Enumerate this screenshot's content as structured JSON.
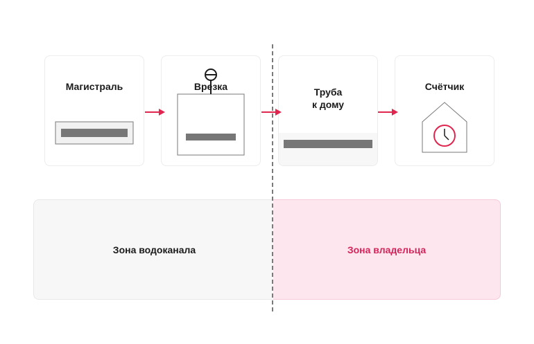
{
  "steps": [
    {
      "title": "Магистраль"
    },
    {
      "title": "Врезка"
    },
    {
      "title_line1": "Труба",
      "title_line2": "к дому"
    },
    {
      "title": "Счётчик"
    }
  ],
  "zones": {
    "left": {
      "label": "Зона водоканала",
      "color": "#1a1a1a"
    },
    "right": {
      "label": "Зона владельца",
      "color": "#d6245a"
    }
  },
  "colors": {
    "accent": "#e0254f",
    "pipe": "#777777",
    "zone_left_bg": "#f7f7f7",
    "zone_right_bg": "#fde6ee"
  },
  "icons": [
    "main-pipe-icon",
    "tap-valve-icon",
    "house-pipe-icon",
    "house-meter-icon",
    "clock-icon"
  ]
}
